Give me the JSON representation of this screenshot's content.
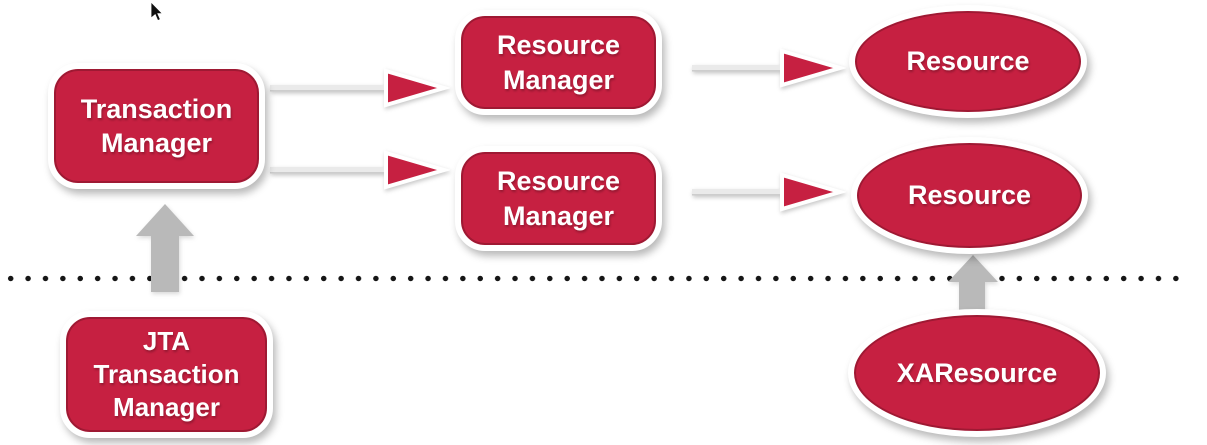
{
  "colors": {
    "background": "#FFFFFF",
    "node_fill": "#C62041",
    "node_edge": "#9E1933",
    "node_border": "#FFFFFF",
    "text_color": "#FFFFFF",
    "arrow_gray": "#B9B9B9",
    "connector_line": "#EAEAEA",
    "dot_color": "#161616"
  },
  "nodes": {
    "transaction_manager": {
      "lines": [
        "Transaction",
        "Manager"
      ],
      "shape": "rounded-rectangle"
    },
    "resource_manager_top": {
      "lines": [
        "Resource",
        "Manager"
      ],
      "shape": "rounded-rectangle"
    },
    "resource_manager_bottom": {
      "lines": [
        "Resource",
        "Manager"
      ],
      "shape": "rounded-rectangle"
    },
    "resource_top": {
      "lines": [
        "Resource"
      ],
      "shape": "ellipse"
    },
    "resource_bottom": {
      "lines": [
        "Resource"
      ],
      "shape": "ellipse"
    },
    "jta_transaction_manager": {
      "lines": [
        "JTA",
        "Transaction",
        "Manager"
      ],
      "shape": "rounded-rectangle"
    },
    "xa_resource": {
      "lines": [
        "XAResource"
      ],
      "shape": "ellipse"
    }
  },
  "connectors": [
    {
      "from": "transaction_manager",
      "to": "resource_manager_top",
      "style": "red-triangle-arrow"
    },
    {
      "from": "transaction_manager",
      "to": "resource_manager_bottom",
      "style": "red-triangle-arrow"
    },
    {
      "from": "resource_manager_top",
      "to": "resource_top",
      "style": "red-triangle-arrow"
    },
    {
      "from": "resource_manager_bottom",
      "to": "resource_bottom",
      "style": "red-triangle-arrow"
    },
    {
      "from": "jta_transaction_manager",
      "to": "transaction_manager",
      "style": "gray-block-arrow"
    },
    {
      "from": "xa_resource",
      "to": "resource_bottom",
      "style": "gray-block-arrow"
    }
  ],
  "divider": {
    "style": "horizontal-dotted-line"
  }
}
